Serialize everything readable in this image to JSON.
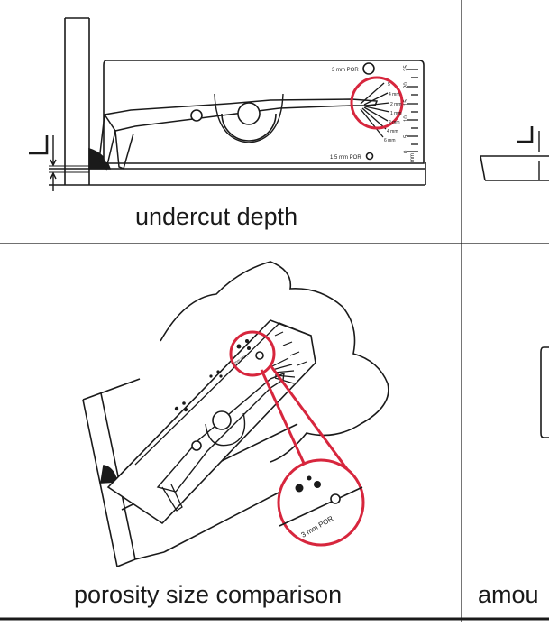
{
  "panels": {
    "top_left": {
      "caption": "undercut depth",
      "gauge": {
        "por_top": "3 mm POR",
        "por_bottom": "1,5 mm POR",
        "scale_unit": "mm",
        "scale_numbers": [
          "25",
          "20",
          "15",
          "10",
          "5",
          "0"
        ],
        "circle_labels": [
          "5",
          "4 mm",
          "2 mm",
          "1 mm",
          "2 mm",
          "4 mm",
          "6 mm"
        ]
      }
    },
    "bottom_left": {
      "caption": "porosity size comparison",
      "gauge": {
        "por_label": "3 mm POR"
      },
      "zoom": {
        "por_label": "3 mm POR"
      }
    },
    "bottom_right": {
      "caption_partial": "amou"
    }
  },
  "colors": {
    "line": "#1a1a1a",
    "highlight": "#d7263d",
    "background": "#ffffff"
  }
}
